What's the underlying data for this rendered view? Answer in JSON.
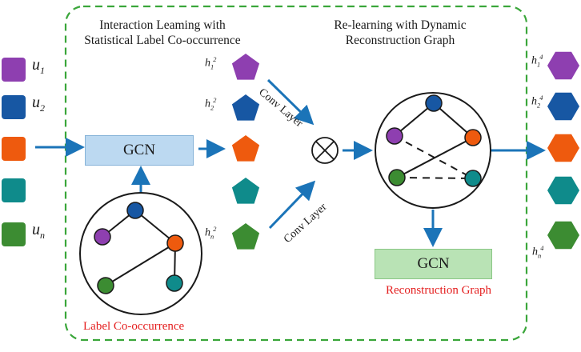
{
  "titles": {
    "left_line1": "Interaction Leaming with",
    "left_line2": "Statistical Label  Co-occurrence",
    "right_line1": "Re-learning with Dynamic",
    "right_line2": "Reconstruction Graph"
  },
  "inputs": [
    {
      "base": "u",
      "sub": "1",
      "color": "#8e3fb0"
    },
    {
      "base": "u",
      "sub": "2",
      "color": "#1757a3"
    },
    {
      "base": "",
      "sub": "",
      "color": "#ee5a0e"
    },
    {
      "base": "",
      "sub": "",
      "color": "#0f8b8b"
    },
    {
      "base": "u",
      "sub": "n",
      "color": "#3c8c32"
    }
  ],
  "mid_outputs": [
    {
      "base": "h",
      "sub": "1",
      "sup": "2",
      "color": "#8e3fb0"
    },
    {
      "base": "h",
      "sub": "2",
      "sup": "2",
      "color": "#1757a3"
    },
    {
      "base": "",
      "sub": "",
      "sup": "",
      "color": "#ee5a0e"
    },
    {
      "base": "",
      "sub": "",
      "sup": "",
      "color": "#0f8b8b"
    },
    {
      "base": "h",
      "sub": "n",
      "sup": "2",
      "color": "#3c8c32"
    }
  ],
  "final_outputs": [
    {
      "base": "h",
      "sub": "1",
      "sup": "4",
      "color": "#8e3fb0"
    },
    {
      "base": "h",
      "sub": "2",
      "sup": "4",
      "color": "#1757a3"
    },
    {
      "base": "",
      "sub": "",
      "sup": "",
      "color": "#ee5a0e"
    },
    {
      "base": "",
      "sub": "",
      "sup": "",
      "color": "#0f8b8b"
    },
    {
      "base": "h",
      "sub": "n",
      "sup": "4",
      "color": "#3c8c32"
    }
  ],
  "gcn_left": {
    "label": "GCN",
    "fill": "#bcd9f1",
    "border": "#86b3d8"
  },
  "gcn_right": {
    "label": "GCN",
    "fill": "#b9e3b5",
    "border": "#8bc786"
  },
  "conv_top_label": "Conv Layer",
  "conv_bottom_label": "Conv Layer",
  "label_cooccurrence": "Label Co-occurrence",
  "reconstruction_graph": "Reconstruction Graph",
  "colors": {
    "arrow": "#1b74b8",
    "dashed_border": "#3aa63a",
    "red_text": "#e41e1e"
  }
}
